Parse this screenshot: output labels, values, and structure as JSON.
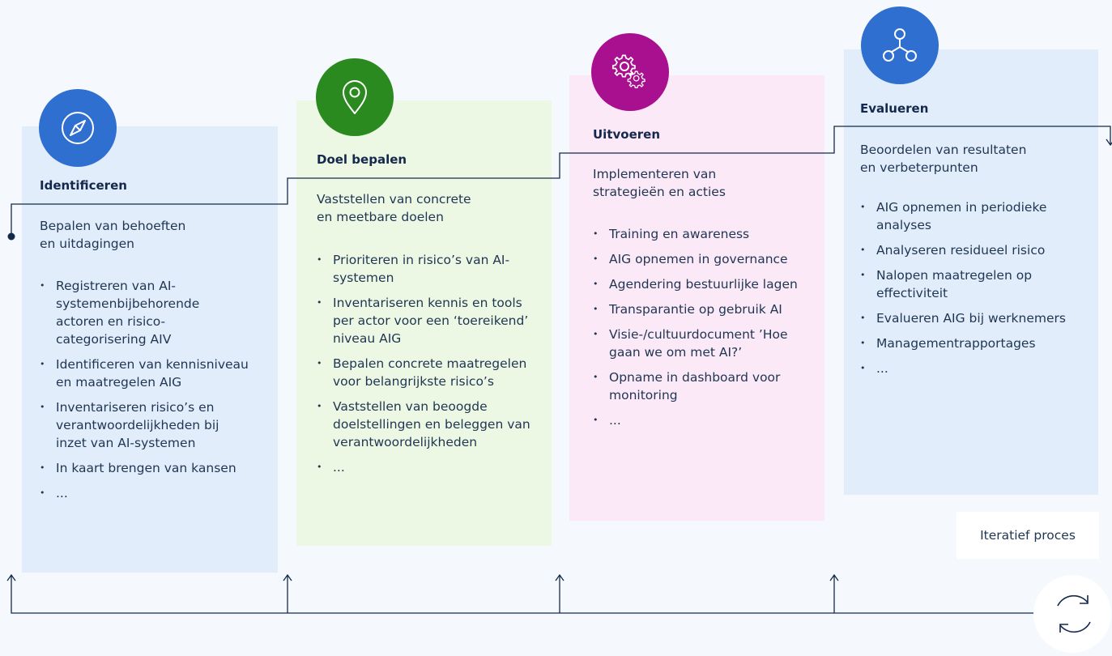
{
  "colors": {
    "identify_bg": "#e2edfc",
    "goal_bg": "#edf8e4",
    "execute_bg": "#fbe9f8",
    "evaluate_bg": "#e2edfc",
    "identify_icon": "#2f6fd0",
    "goal_icon": "#2a8a1f",
    "execute_icon": "#a8108f",
    "evaluate_icon": "#2f6fd0",
    "line": "#14284b"
  },
  "cards": [
    {
      "title": "Identificeren",
      "icon": "compass-icon",
      "subtitle": [
        "Bepalen van behoeften",
        "en uitdagingen"
      ],
      "items": [
        "Registreren van AI-systemenbijbehorende actoren en risico-categorisering AIV",
        "Identificeren van kennisniveau en maatregelen AIG",
        "Inventariseren risico’s en verantwoordelijkheden bij inzet van AI-systemen",
        "In kaart brengen van kansen",
        "..."
      ]
    },
    {
      "title": "Doel bepalen",
      "icon": "location-pin-icon",
      "subtitle": [
        "Vaststellen van concrete",
        "en meetbare doelen"
      ],
      "items": [
        "Prioriteren in risico’s van AI-systemen",
        "Inventariseren kennis en tools per actor voor een ‘toereikend’ niveau AIG",
        "Bepalen concrete maatregelen voor belangrijkste risico’s",
        "Vaststellen van beoogde doelstellingen en beleggen van verantwoordelijkheden",
        "..."
      ]
    },
    {
      "title": "Uitvoeren",
      "icon": "gears-icon",
      "subtitle": [
        "Implementeren van",
        "strategieën en acties"
      ],
      "items": [
        "Training en awareness",
        "AIG opnemen in governance",
        "Agendering bestuurlijke lagen",
        "Transparantie op gebruik AI",
        "Visie-/cultuurdocument ’Hoe gaan we om met AI?’",
        "Opname in dashboard voor monitoring",
        "..."
      ]
    },
    {
      "title": "Evalueren",
      "icon": "share-nodes-icon",
      "subtitle": [
        "Beoordelen van resultaten",
        "en verbeterpunten"
      ],
      "items": [
        "AIG opnemen in periodieke analyses",
        "Analyseren residueel risico",
        "Nalopen maatregelen op effectiviteit",
        "Evalueren AIG bij werknemers",
        "Managementrapportages",
        "..."
      ]
    }
  ],
  "iteratief_label": "Iteratief proces",
  "cycle_icon": "cycle-arrows-icon"
}
